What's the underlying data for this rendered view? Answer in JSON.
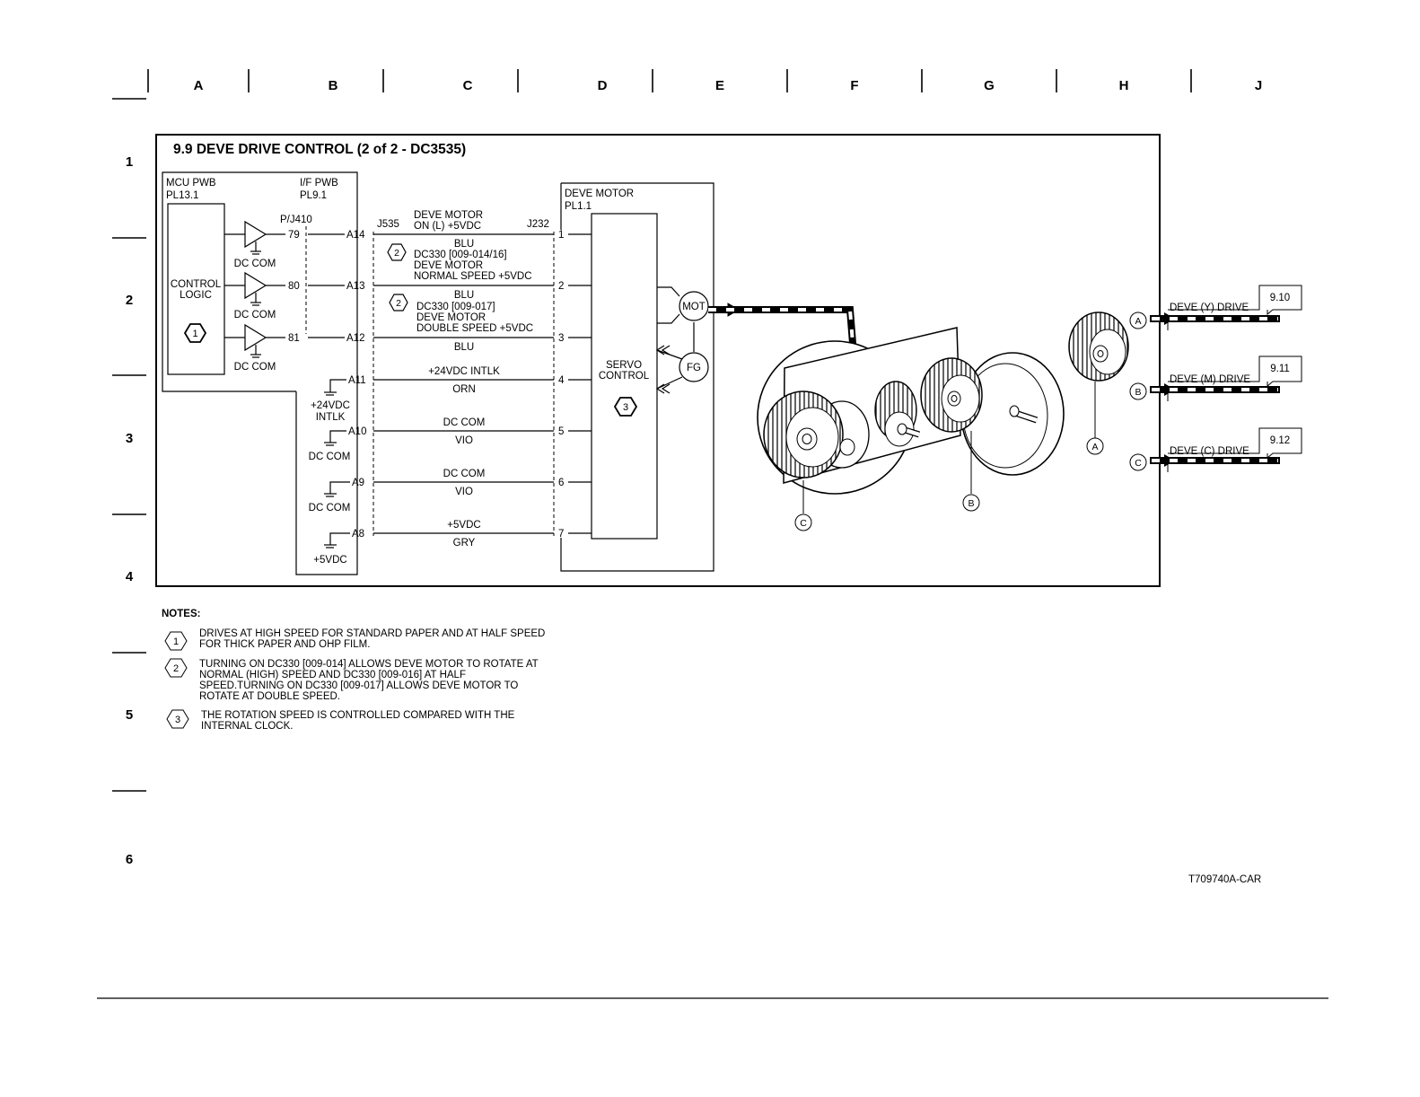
{
  "columns": [
    "A",
    "B",
    "C",
    "D",
    "E",
    "F",
    "G",
    "H",
    "J"
  ],
  "rows": [
    "1",
    "2",
    "3",
    "4",
    "5",
    "6"
  ],
  "title": "9.9 DEVE DRIVE CONTROL (2 of 2 - DC3535)",
  "mcu": {
    "name": "MCU PWB",
    "pl": "PL13.1",
    "logic1": "CONTROL",
    "logic2": "LOGIC",
    "note_ref": "1",
    "dc_com_labels": [
      "DC COM",
      "DC COM",
      "DC COM"
    ]
  },
  "if_pwb": {
    "name": "I/F PWB",
    "pl": "PL9.1",
    "pj": "P/J410",
    "pins": [
      "79",
      "80",
      "81"
    ],
    "pins_b": [
      "A14",
      "A13",
      "A12",
      "A11",
      "A10",
      "A9",
      "A8"
    ],
    "labels": [
      "+24VDC",
      "INTLK",
      "DC COM",
      "DC COM",
      "+5VDC"
    ]
  },
  "connectors": {
    "j535": "J535",
    "j232": "J232"
  },
  "signals": {
    "s1_top1": "DEVE MOTOR",
    "s1_top2": "ON (L) +5VDC",
    "s1_bot": "BLU",
    "s2_ref": "2",
    "s2_top1": "DC330 [009-014/16]",
    "s2_top2": "DEVE MOTOR",
    "s2_top3": "NORMAL SPEED +5VDC",
    "s2_bot": "BLU",
    "s3_ref": "2",
    "s3_top1": "DC330 [009-017]",
    "s3_top2": "DEVE MOTOR",
    "s3_top3": "DOUBLE SPEED +5VDC",
    "s3_bot": "BLU",
    "s4_top": "+24VDC INTLK",
    "s4_bot": "ORN",
    "s5_top": "DC COM",
    "s5_bot": "VIO",
    "s6_top": "DC COM",
    "s6_bot": "VIO",
    "s7_top": "+5VDC",
    "s7_bot": "GRY"
  },
  "motor": {
    "name": "DEVE MOTOR",
    "pl": "PL1.1",
    "pins": [
      "1",
      "2",
      "3",
      "4",
      "5",
      "6",
      "7"
    ],
    "servo1": "SERVO",
    "servo2": "CONTROL",
    "note_ref": "3",
    "mot": "MOT",
    "fg": "FG"
  },
  "outputs": [
    {
      "letter": "A",
      "label": "DEVE (Y) DRIVE",
      "ref": "9.10"
    },
    {
      "letter": "B",
      "label": "DEVE (M) DRIVE",
      "ref": "9.11"
    },
    {
      "letter": "C",
      "label": "DEVE (C) DRIVE",
      "ref": "9.12"
    }
  ],
  "gear_labels": [
    "C",
    "B",
    "A"
  ],
  "notes": {
    "heading": "NOTES:",
    "items": [
      {
        "ref": "1",
        "lines": [
          "DRIVES AT HIGH SPEED FOR STANDARD PAPER AND AT HALF SPEED",
          "FOR THICK PAPER AND OHP FILM."
        ]
      },
      {
        "ref": "2",
        "lines": [
          "TURNING ON DC330 [009-014] ALLOWS DEVE MOTOR TO ROTATE AT",
          "NORMAL (HIGH) SPEED AND DC330 [009-016] AT HALF",
          "SPEED.TURNING ON DC330 [009-017] ALLOWS DEVE MOTOR TO",
          "ROTATE AT DOUBLE SPEED."
        ]
      },
      {
        "ref": "3",
        "lines": [
          "THE ROTATION SPEED IS CONTROLLED COMPARED WITH THE",
          "INTERNAL CLOCK."
        ]
      }
    ]
  },
  "figure_id": "T709740A-CAR"
}
